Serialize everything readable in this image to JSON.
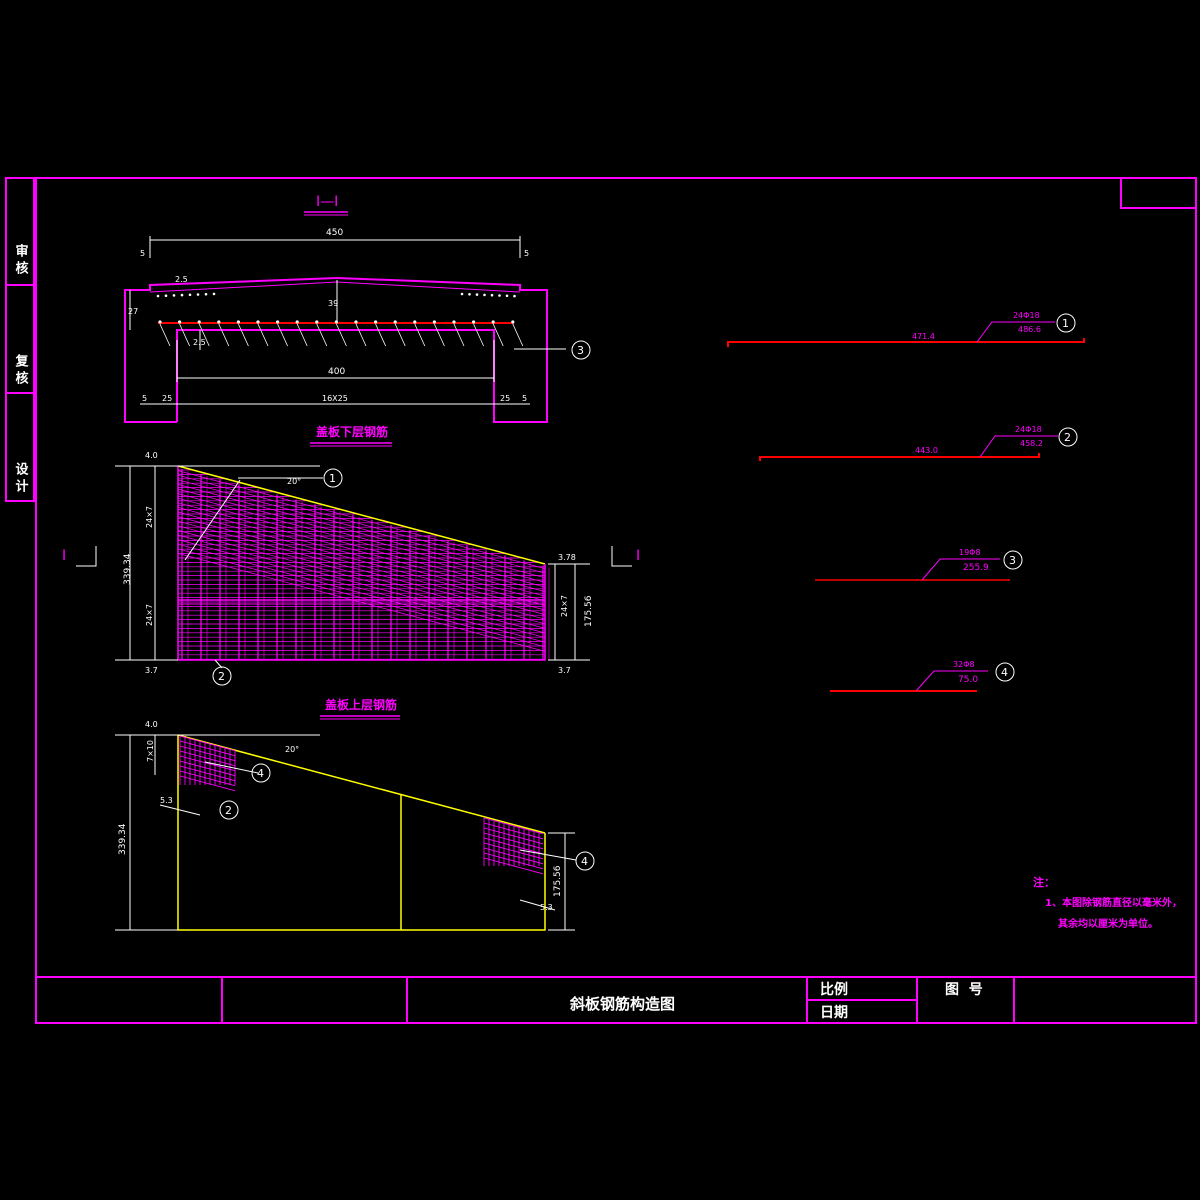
{
  "side_labels": {
    "review": "审核",
    "check": "复核",
    "design": "设计"
  },
  "title_block": {
    "drawing_title": "斜板钢筋构造图",
    "scale_label": "比例",
    "date_label": "日期",
    "drawing_no_label": "图  号"
  },
  "section": {
    "title": "I—I",
    "dim_top_total": "450",
    "dim_top_left": "5",
    "dim_top_right": "5",
    "dim_left_height": "27",
    "dim_cover_top": "2.5",
    "dim_cover_bottom": "2.5",
    "dim_center_height": "39",
    "dim_inner_width": "400",
    "dim_spacing": "16X25",
    "dim_bottom_left_outer": "5",
    "dim_bottom_left_inner": "25",
    "dim_bottom_right_inner": "25",
    "dim_bottom_right_outer": "5",
    "callout_3": "3"
  },
  "lower_plan": {
    "title": "盖板下层钢筋",
    "angle": "20°",
    "dim_top": "4.0",
    "dim_upper_spacing": "24×7",
    "dim_lower_spacing": "24×7",
    "dim_total": "339.34",
    "dim_bottom": "3.7",
    "dim_right_top": "3.78",
    "dim_right_spacing": "24×7",
    "dim_right_total": "175.56",
    "dim_right_bottom": "3.7",
    "section_mark": "I",
    "callout_1": "1",
    "callout_2": "2"
  },
  "upper_plan": {
    "title": "盖板上层钢筋",
    "angle": "20°",
    "dim_top": "4.0",
    "dim_spacing": "7×10",
    "dim_total": "339.34",
    "dim_right_total": "175.56",
    "dim_left_cover": "5.3",
    "dim_right_cover": "5.3",
    "callout_4a": "4",
    "callout_2": "2",
    "callout_4b": "4"
  },
  "bars": [
    {
      "id": "1",
      "spec": "24Φ18",
      "length_total": "486.6",
      "length_main": "471.4"
    },
    {
      "id": "2",
      "spec": "24Φ18",
      "length_total": "458.2",
      "length_main": "443.0"
    },
    {
      "id": "3",
      "spec": "19Φ8",
      "length_total": "255.9"
    },
    {
      "id": "4",
      "spec": "32Φ8",
      "length_total": "75.0"
    }
  ],
  "notes": {
    "heading": "注：",
    "line1": "1、本图除钢筋直径以毫米外，",
    "line2": "其余均以厘米为单位。"
  },
  "colors": {
    "frame": "#ff00ff",
    "rebar": "#ff0000",
    "outline": "#ffff00",
    "dim": "#ffffff",
    "background": "#000000"
  }
}
